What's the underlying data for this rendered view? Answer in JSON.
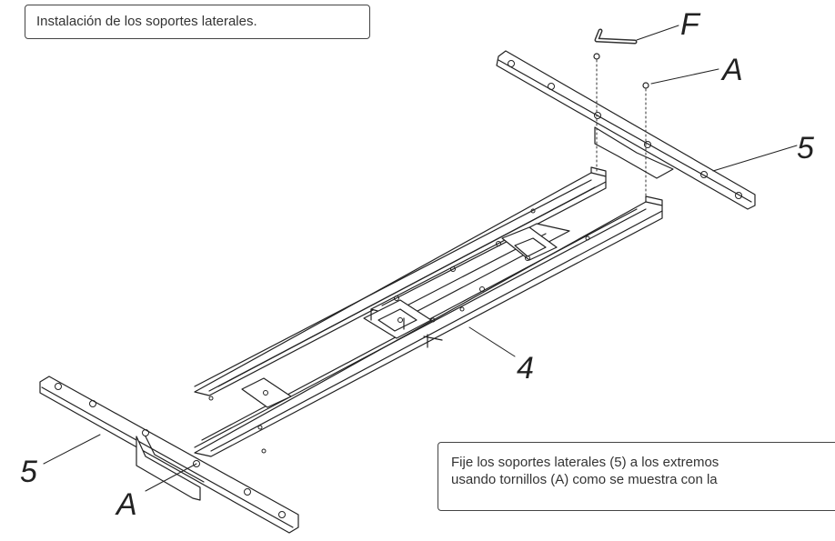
{
  "title": "Instalación de los soportes laterales.",
  "instruction_lines": [
    "Fije los soportes laterales (5) a los extremos",
    "usando tornillos (A) como se muestra con la"
  ],
  "part_labels": {
    "allen_key": "F",
    "screw_top": "A",
    "support_right": "5",
    "frame": "4",
    "support_left": "5",
    "screw_bottom": "A"
  }
}
